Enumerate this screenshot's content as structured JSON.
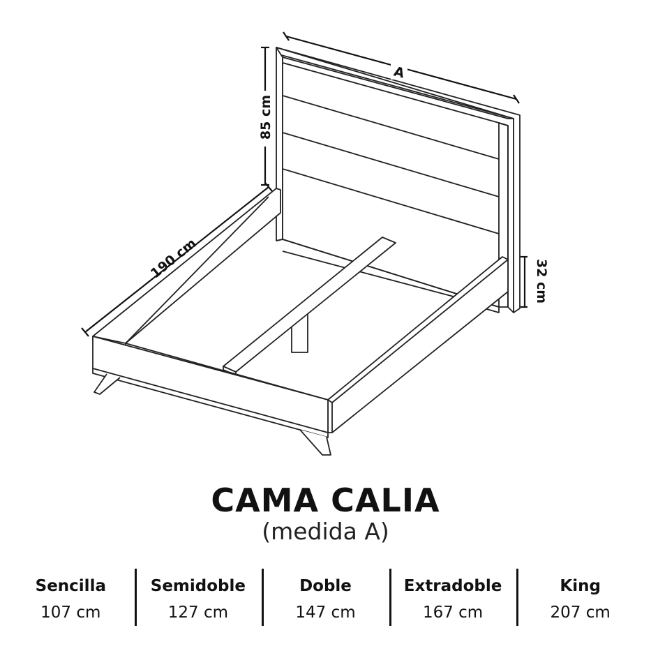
{
  "diagram": {
    "label_width": "A",
    "label_height": "85 cm",
    "label_length": "190 cm",
    "label_frame_height": "32 cm"
  },
  "title": "CAMA CALIA",
  "subtitle": "(medida A)",
  "sizes": [
    {
      "name": "Sencilla",
      "value": "107 cm"
    },
    {
      "name": "Semidoble",
      "value": "127 cm"
    },
    {
      "name": "Doble",
      "value": "147 cm"
    },
    {
      "name": "Extradoble",
      "value": "167 cm"
    },
    {
      "name": "King",
      "value": "207 cm"
    }
  ]
}
